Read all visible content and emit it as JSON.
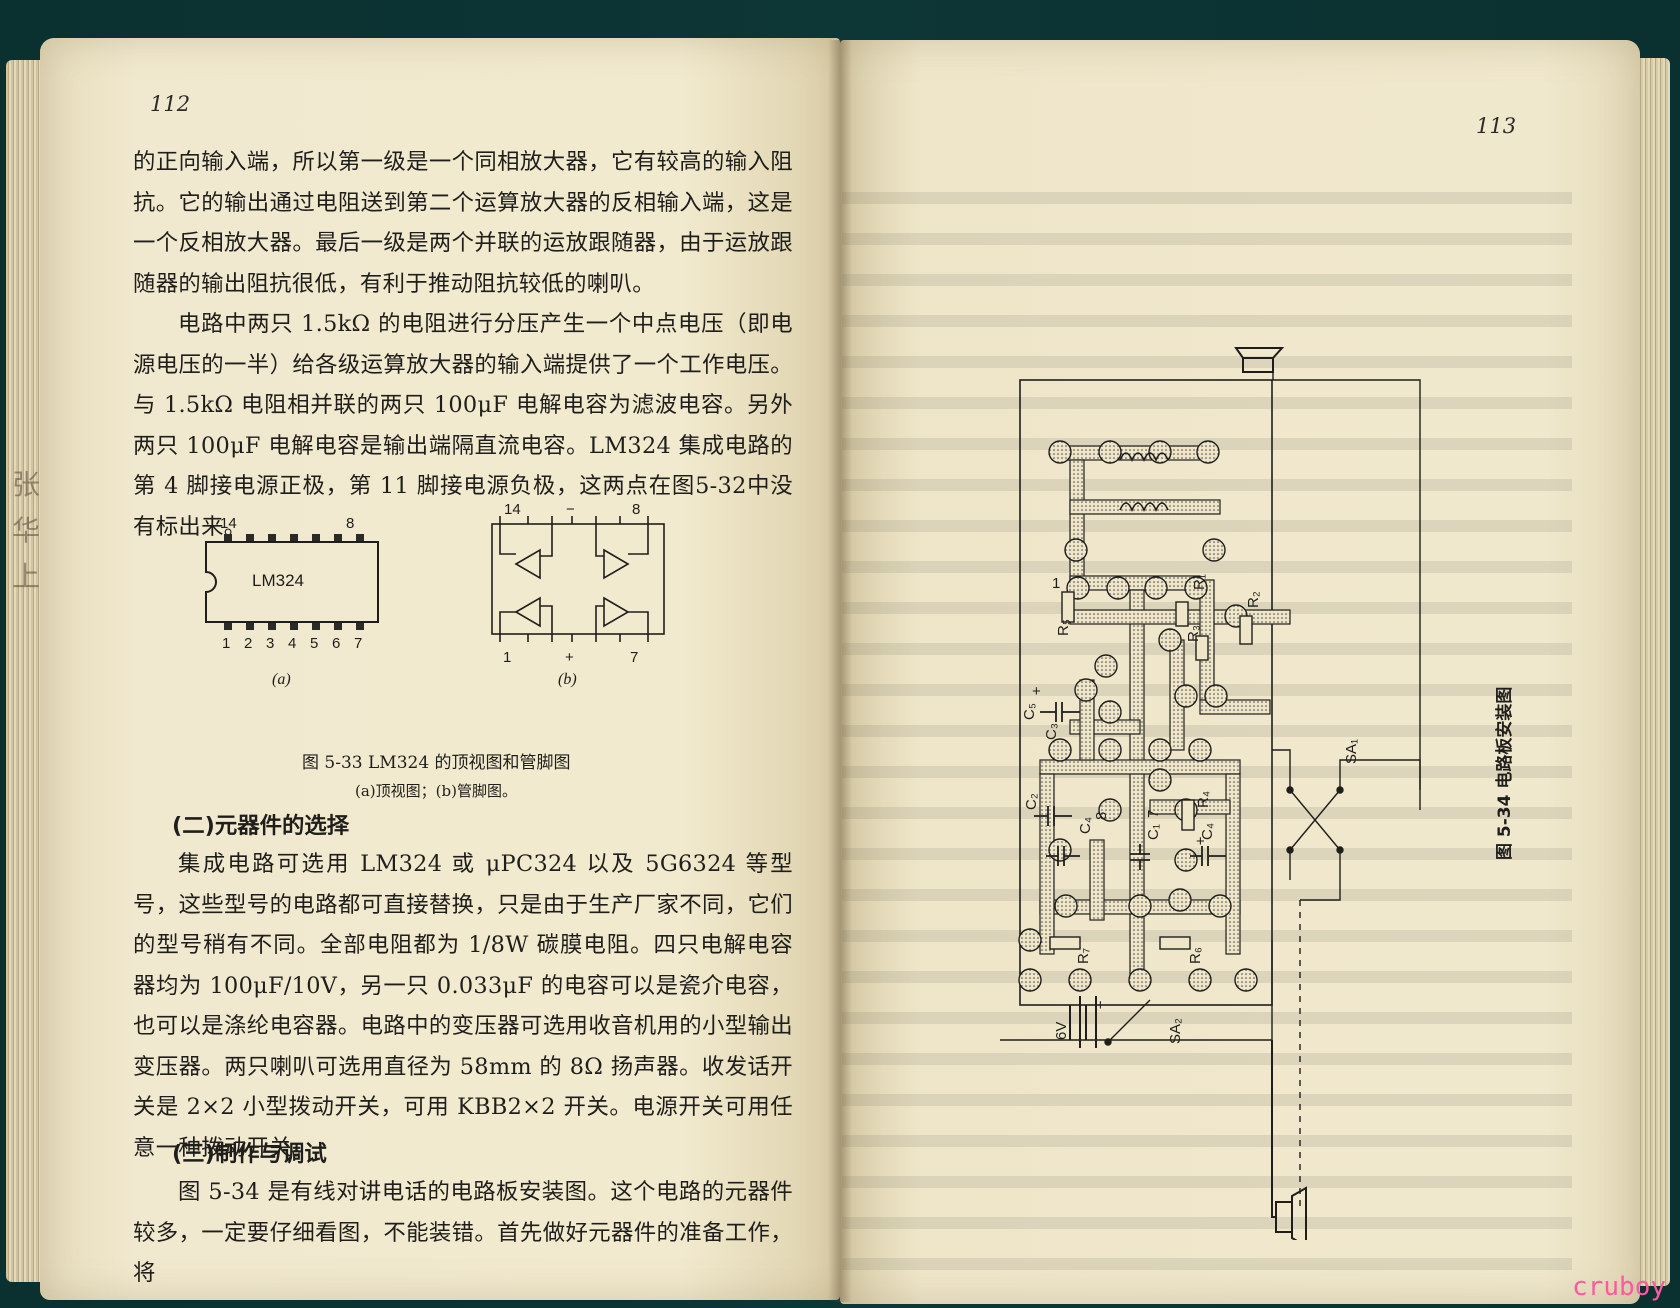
{
  "left_page": {
    "page_number": "112",
    "paragraphs": [
      "的正向输入端，所以第一级是一个同相放大器，它有较高的输入阻抗。它的输出通过电阻送到第二个运算放大器的反相输入端，这是一个反相放大器。最后一级是两个并联的运放跟随器，由于运放跟随器的输出阻抗很低，有利于推动阻抗较低的喇叭。",
      "电路中两只 1.5kΩ 的电阻进行分压产生一个中点电压（即电源电压的一半）给各级运算放大器的输入端提供了一个工作电压。与 1.5kΩ 电阻相并联的两只 100μF 电解电容为滤波电容。另外两只 100μF 电解电容是输出端隔直流电容。LM324 集成电路的第 4 脚接电源正极，第 11 脚接电源负极，这两点在图5-32中没有标出来。"
    ],
    "figure_5_33": {
      "chip_label": "LM324",
      "pin_top_left": "14",
      "pin_top_right": "8",
      "pins_bottom": [
        "1",
        "2",
        "3",
        "4",
        "5",
        "6",
        "7"
      ],
      "sub_a": "(a)",
      "b_pin_14": "14",
      "b_minus": "−",
      "b_pin_8": "8",
      "b_pin_1": "1",
      "b_plus": "+",
      "b_pin_7": "7",
      "sub_b": "(b)",
      "caption": "图 5-33   LM324 的顶视图和管脚图",
      "subcaption": "(a)顶视图；(b)管脚图。"
    },
    "section_2": {
      "heading": "(二)元器件的选择",
      "paragraphs": [
        "集成电路可选用 LM324 或 μPC324 以及 5G6324 等型号，这些型号的电路都可直接替换，只是由于生产厂家不同，它们的型号稍有不同。全部电阻都为 1/8W 碳膜电阻。四只电解电容器均为 100μF/10V，另一只 0.033μF 的电容可以是瓷介电容，也可以是涤纶电容器。电路中的变压器可选用收音机用的小型输出变压器。两只喇叭可选用直径为 58mm 的 8Ω 扬声器。收发话开关是 2×2 小型拨动开关，可用 KBB2×2 开关。电源开关可用任意一种拨动开关。"
      ]
    },
    "section_3": {
      "heading": "(三)制作与调试",
      "paragraphs": [
        "图 5-34 是有线对讲电话的电路板安装图。这个电路的元器件较多，一定要仔细看图，不能装错。首先做好元器件的准备工作，将"
      ]
    },
    "margin_handwriting": "张华上"
  },
  "right_page": {
    "page_number": "113",
    "figure_5_34": {
      "caption": "图 5-34   电路板安装图",
      "labels": {
        "R1": "R₁",
        "R2": "R₂",
        "R3": "R₃",
        "R4": "R₄",
        "R5": "R₅",
        "R6": "R₆",
        "R7": "R₇",
        "C1": "C₁",
        "C2": "C₂",
        "C3": "C₃",
        "C4": "C₄",
        "C5": "C₅",
        "pin1": "1",
        "pin7": "7",
        "pin8": "8",
        "SA1": "SA₁",
        "SA2": "SA₂",
        "battery": "6V",
        "plus": "+"
      }
    }
  },
  "watermark": "cruboy"
}
